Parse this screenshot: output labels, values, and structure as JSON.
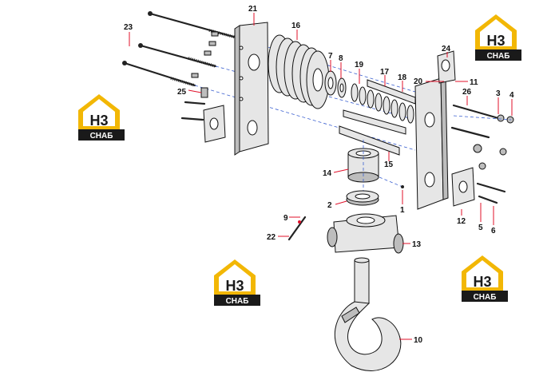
{
  "brand": {
    "logo_mark": "H3",
    "logo_caption": "СНАБ",
    "colors": {
      "logo_yellow": "#f2b705",
      "logo_dark": "#1a1a1a",
      "callout_line": "#e0102a",
      "axis_dash": "#3a5fd0"
    }
  },
  "callouts": [
    {
      "id": "21",
      "label": "21"
    },
    {
      "id": "16",
      "label": "16"
    },
    {
      "id": "23",
      "label": "23"
    },
    {
      "id": "7",
      "label": "7"
    },
    {
      "id": "8",
      "label": "8"
    },
    {
      "id": "19",
      "label": "19"
    },
    {
      "id": "24",
      "label": "24"
    },
    {
      "id": "17",
      "label": "17"
    },
    {
      "id": "18",
      "label": "18"
    },
    {
      "id": "20",
      "label": "20"
    },
    {
      "id": "11",
      "label": "11"
    },
    {
      "id": "25",
      "label": "25"
    },
    {
      "id": "26",
      "label": "26"
    },
    {
      "id": "3",
      "label": "3"
    },
    {
      "id": "4",
      "label": "4"
    },
    {
      "id": "14",
      "label": "14"
    },
    {
      "id": "15",
      "label": "15"
    },
    {
      "id": "1",
      "label": "1"
    },
    {
      "id": "2",
      "label": "2"
    },
    {
      "id": "9",
      "label": "9"
    },
    {
      "id": "22",
      "label": "22"
    },
    {
      "id": "12",
      "label": "12"
    },
    {
      "id": "5",
      "label": "5"
    },
    {
      "id": "6",
      "label": "6"
    },
    {
      "id": "13",
      "label": "13"
    },
    {
      "id": "10",
      "label": "10"
    }
  ]
}
